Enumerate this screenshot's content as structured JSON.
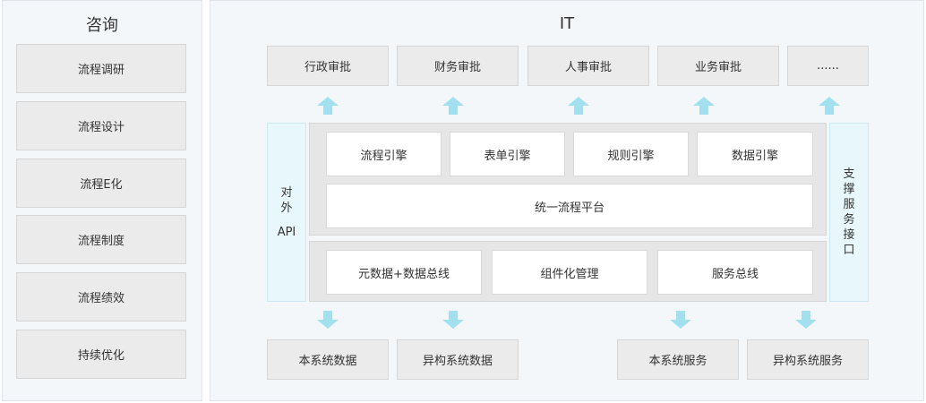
{
  "consulting": {
    "title": "咨询",
    "items": [
      {
        "label": "流程调研"
      },
      {
        "label": "流程设计"
      },
      {
        "label": "流程E化"
      },
      {
        "label": "流程制度"
      },
      {
        "label": "流程绩效"
      },
      {
        "label": "持续优化"
      }
    ]
  },
  "it": {
    "title": "IT",
    "top_apps": [
      {
        "label": "行政审批"
      },
      {
        "label": "财务审批"
      },
      {
        "label": "人事审批"
      },
      {
        "label": "业务审批"
      },
      {
        "label": "......"
      }
    ],
    "left_api": {
      "line1": "对",
      "line2": "外",
      "line3": "API"
    },
    "right_support": {
      "chars": [
        "支",
        "撑",
        "服",
        "务",
        "接",
        "口"
      ]
    },
    "engines": [
      {
        "label": "流程引擎"
      },
      {
        "label": "表单引擎"
      },
      {
        "label": "规则引擎"
      },
      {
        "label": "数据引擎"
      }
    ],
    "platform": {
      "label": "统一流程平台"
    },
    "infrastructure": [
      {
        "label": "元数据+数据总线"
      },
      {
        "label": "组件化管理"
      },
      {
        "label": "服务总线"
      }
    ],
    "bottom_outputs": [
      {
        "label": "本系统数据"
      },
      {
        "label": "异构系统数据"
      },
      {
        "label": "本系统服务"
      },
      {
        "label": "异构系统服务"
      }
    ],
    "colors": {
      "arrow": "#a3e0ef",
      "panel": "#f4f7f9",
      "box": "#ebebeb",
      "cyan_box": "#e8f7fb"
    }
  }
}
